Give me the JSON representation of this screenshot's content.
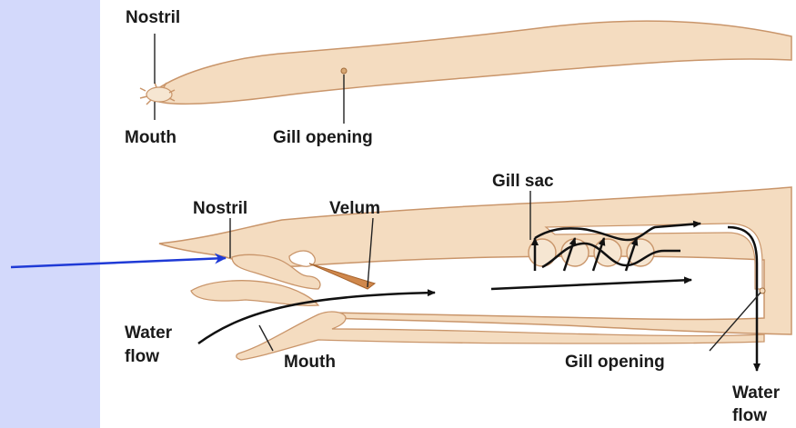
{
  "top_view": {
    "nostril": "Nostril",
    "mouth": "Mouth",
    "gill_opening": "Gill opening"
  },
  "section_view": {
    "nostril": "Nostril",
    "velum": "Velum",
    "gill_sac": "Gill sac",
    "water_flow_in": [
      "Water",
      "flow"
    ],
    "mouth": "Mouth",
    "gill_opening": "Gill opening",
    "water_flow_out": [
      "Water",
      "flow"
    ]
  },
  "colors": {
    "side_panel": "#d3d9fb",
    "body_fill": "#f4dcc0",
    "body_outline": "#c9956a",
    "pointer_arrow": "#1f3ad6"
  }
}
